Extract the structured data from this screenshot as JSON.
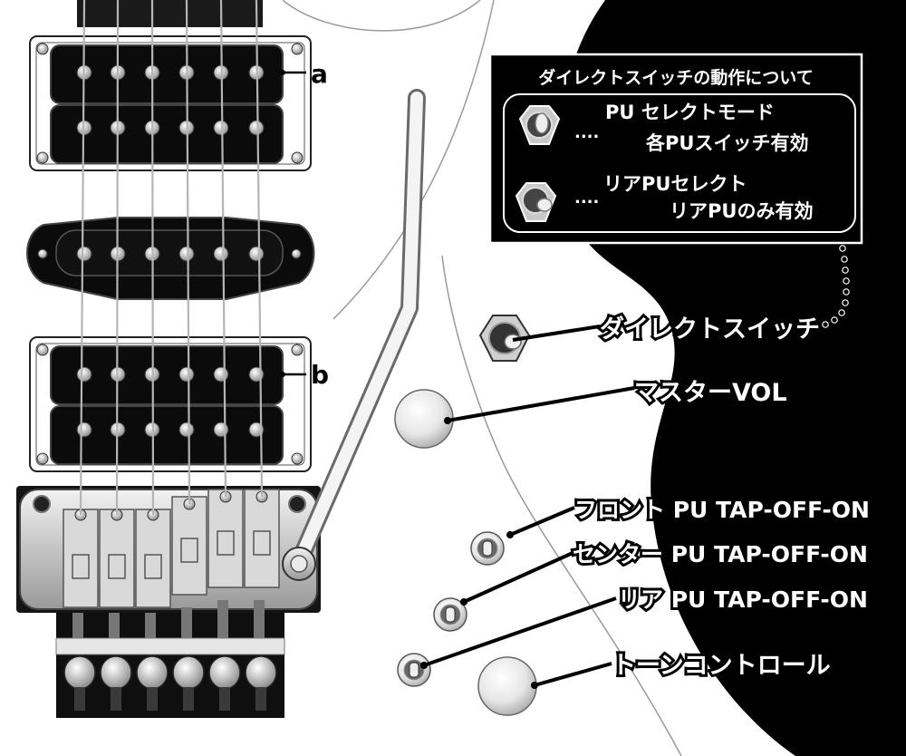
{
  "pickup_labels": {
    "a": "a",
    "b": "b"
  },
  "info_box": {
    "title": "ダイレクトスイッチの動作について",
    "mode1_line1": "PU セレクトモード",
    "mode1_line2": "各PUスイッチ有効",
    "mode2_line1": "リアPUセレクト",
    "mode2_line2": "リアPUのみ有効",
    "dots": "....",
    "dots2": "...."
  },
  "callouts": {
    "direct_switch": "ダイレクトスイッチ",
    "master_vol": "マスターVOL",
    "front_pu": "フロント PU  TAP-OFF-ON",
    "center_pu": "センター PU  TAP-OFF-ON",
    "rear_pu": "リア PU  TAP-OFF-ON",
    "tone": "トーンコントロール"
  },
  "colors": {
    "body": "#ffffff",
    "pickguard_black": "#000000",
    "chrome": "#c8c8c8",
    "knob": "#e8e8e8"
  }
}
